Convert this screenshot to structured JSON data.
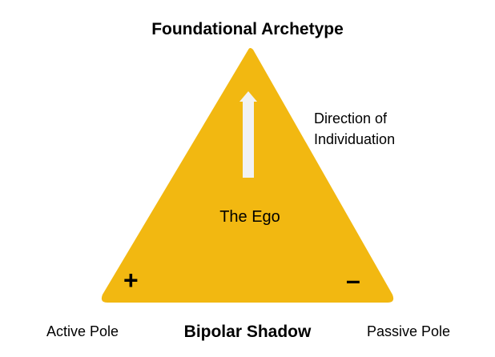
{
  "diagram": {
    "top_title": "Foundational Archetype",
    "bottom_title": "Bipolar Shadow",
    "left_label": "Active Pole",
    "right_label": "Passive Pole",
    "direction_label": "Direction of Individuation",
    "center_label": "The Ego",
    "plus_sign": "+",
    "minus_sign": "–"
  },
  "colors": {
    "triangle": "#f2b811",
    "arrow": "#f2f2f2"
  }
}
